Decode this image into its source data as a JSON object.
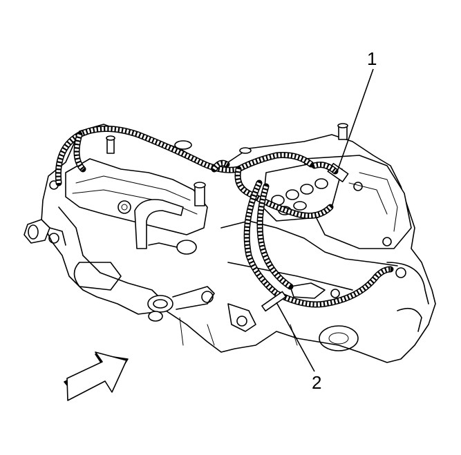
{
  "callouts": [
    {
      "number": "1",
      "target": "ignition-coil-connector"
    },
    {
      "number": "2",
      "target": "wiring-harness-clip"
    }
  ],
  "colors": {
    "line": "#000000",
    "background": "#ffffff"
  },
  "icons": {
    "view_arrow": "front-view-arrow-icon"
  }
}
